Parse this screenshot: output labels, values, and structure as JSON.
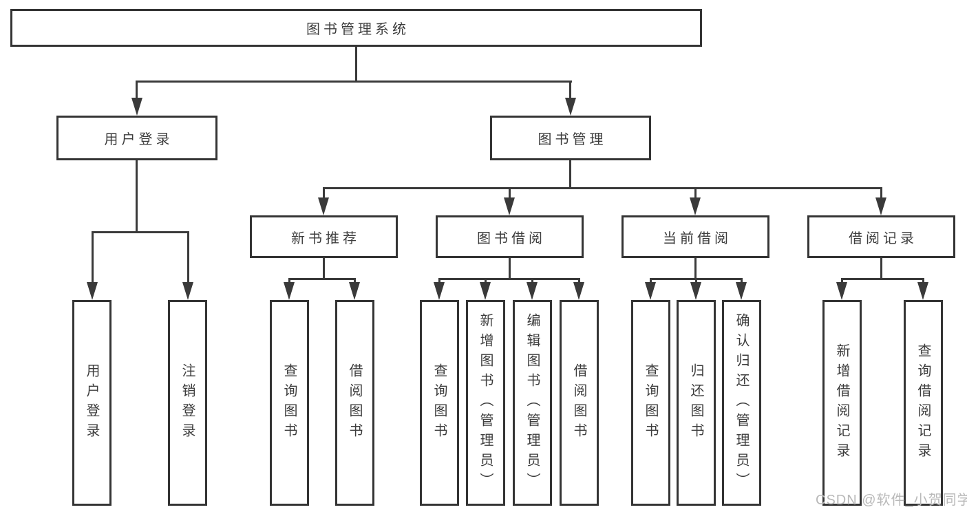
{
  "diagram_type": "hierarchy-tree",
  "colors": {
    "background": "#ffffff",
    "box_border": "#343434",
    "connector_line": "#3a3a3a",
    "text": "#3d3d3d",
    "watermark": "#b9b9b9"
  },
  "tree": {
    "label": "图书管理系统",
    "children": [
      {
        "label": "用户登录",
        "children": [
          {
            "label": "用户登录"
          },
          {
            "label": "注销登录"
          }
        ]
      },
      {
        "label": "图书管理",
        "children": [
          {
            "label": "新书推荐",
            "children": [
              {
                "label": "查询图书"
              },
              {
                "label": "借阅图书"
              }
            ]
          },
          {
            "label": "图书借阅",
            "children": [
              {
                "label": "查询图书"
              },
              {
                "label": "新增图书（管理员）"
              },
              {
                "label": "编辑图书（管理员）"
              },
              {
                "label": "借阅图书"
              }
            ]
          },
          {
            "label": "当前借阅",
            "children": [
              {
                "label": "查询图书"
              },
              {
                "label": "归还图书"
              },
              {
                "label": "确认归还（管理员）"
              }
            ]
          },
          {
            "label": "借阅记录",
            "children": [
              {
                "label": "新增借阅记录"
              },
              {
                "label": "查询借阅记录"
              }
            ]
          }
        ]
      }
    ]
  },
  "watermark": {
    "text": "CSDN @软件_小贺同学"
  }
}
